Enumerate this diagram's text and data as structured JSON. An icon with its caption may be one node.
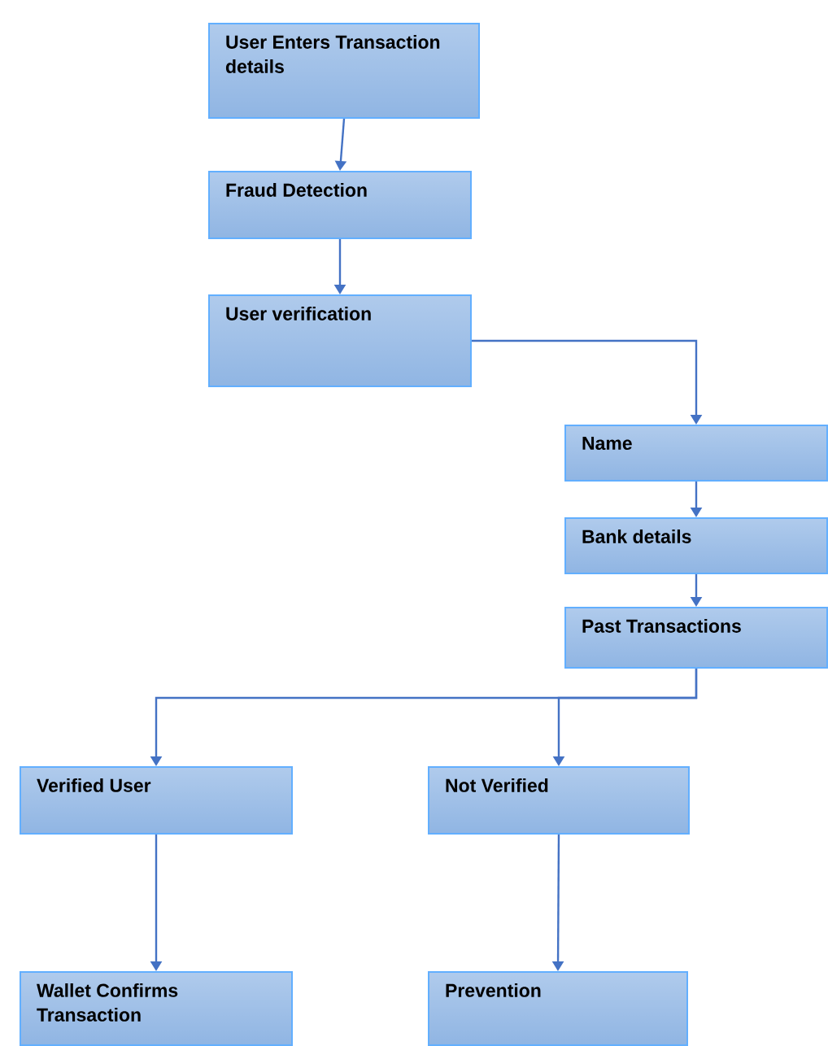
{
  "diagram": {
    "nodes": [
      {
        "text": [
          "User Enters Transaction details"
        ]
      },
      {
        "text": [
          "Fraud Detection"
        ]
      },
      {
        "text": [
          "User verification"
        ]
      },
      {
        "text": [
          "Name"
        ]
      },
      {
        "text": [
          "Bank details"
        ]
      },
      {
        "text": [
          "Past Transactions"
        ]
      },
      {
        "text": [
          "Verified User"
        ]
      },
      {
        "text": [
          "Not Verified"
        ]
      },
      {
        "text": [
          "Wallet Confirms Transaction"
        ]
      },
      {
        "text": [
          "Prevention"
        ]
      }
    ],
    "edges": [
      {
        "from": 0,
        "to": 1,
        "arrow": "to"
      },
      {
        "from": 1,
        "to": 2,
        "arrow": "to"
      },
      {
        "from": 2,
        "to": 3,
        "arrow": "to"
      },
      {
        "from": 3,
        "to": 4,
        "arrow": "to"
      },
      {
        "from": 4,
        "to": 5,
        "arrow": "to"
      },
      {
        "from": 5,
        "to": 6,
        "arrow": "to"
      },
      {
        "from": 5,
        "to": 7,
        "arrow": "to"
      },
      {
        "from": 6,
        "to": 8,
        "arrow": "to"
      },
      {
        "from": 7,
        "to": 9,
        "arrow": "to"
      }
    ]
  }
}
